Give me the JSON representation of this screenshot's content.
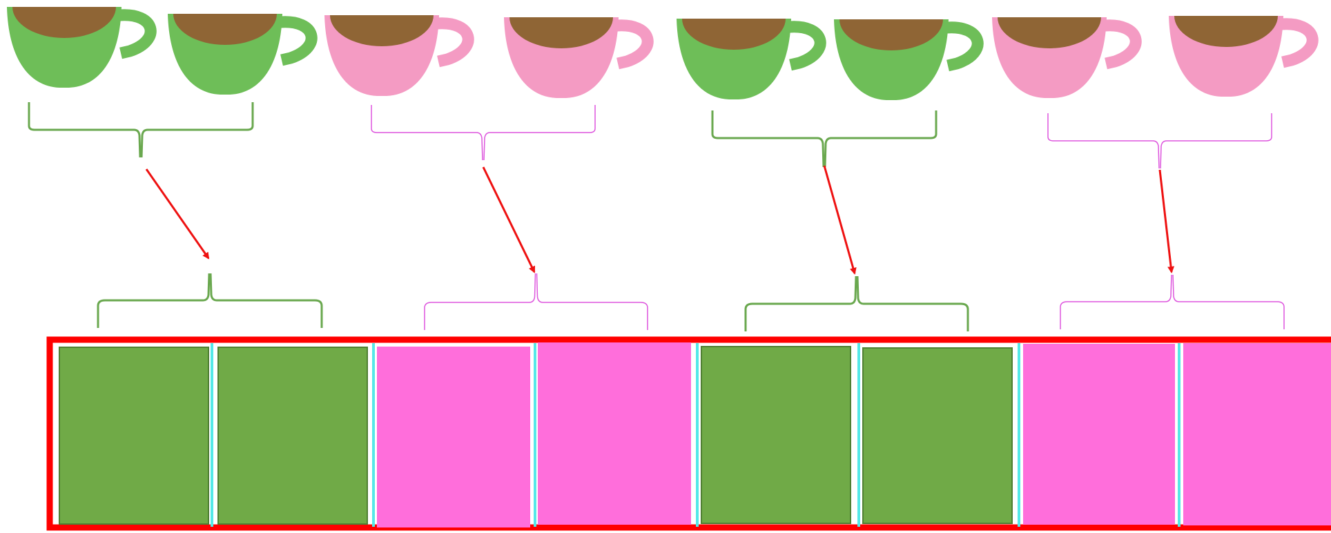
{
  "colors": {
    "green": "#6EBE58",
    "pink": "#F49BC3",
    "coffee": "#8F6535",
    "green_brace": "#6AA84F",
    "pink_brace": "#DD55DD",
    "arrow": "#EE1111",
    "frame": "#FF0000",
    "green_cell": "#70AA47",
    "pink_cell": "#FF6EDB",
    "separator": "#55E8E8"
  },
  "cups": [
    {
      "color": "green"
    },
    {
      "color": "green"
    },
    {
      "color": "pink"
    },
    {
      "color": "pink"
    },
    {
      "color": "green"
    },
    {
      "color": "green"
    },
    {
      "color": "pink"
    },
    {
      "color": "pink"
    }
  ],
  "groups": [
    {
      "color": "green",
      "cups": 2
    },
    {
      "color": "pink",
      "cups": 2
    },
    {
      "color": "green",
      "cups": 2
    },
    {
      "color": "pink",
      "cups": 2
    }
  ],
  "cells": [
    {
      "color": "green"
    },
    {
      "color": "green"
    },
    {
      "color": "pink"
    },
    {
      "color": "pink"
    },
    {
      "color": "green"
    },
    {
      "color": "green"
    },
    {
      "color": "pink"
    },
    {
      "color": "pink"
    }
  ]
}
